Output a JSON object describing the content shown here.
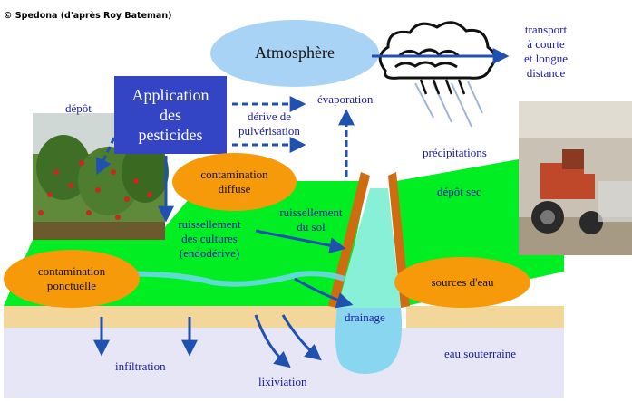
{
  "copyright": "© Spedona (d'après Roy Bateman)",
  "labels": {
    "atmosphere": "Atmosphère",
    "application_line1": "Application",
    "application_line2": "des",
    "application_line3": "pesticides",
    "depot": "dépôt",
    "derive_line1": "dérive de",
    "derive_line2": "pulvérisation",
    "evaporation": "évaporation",
    "transport_line1": "transport",
    "transport_line2": "à courte",
    "transport_line3": "et longue",
    "transport_line4": "distance",
    "precipitations": "précipitations",
    "contamination_diffuse_line1": "contamination",
    "contamination_diffuse_line2": "diffuse",
    "ruissellement_sol_line1": "ruissellement",
    "ruissellement_sol_line2": "du sol",
    "ruissellement_cultures_line1": "ruissellement",
    "ruissellement_cultures_line2": "des cultures",
    "ruissellement_cultures_line3": "(endodérive)",
    "depot_sec": "dépôt sec",
    "contamination_ponctuelle_line1": "contamination",
    "contamination_ponctuelle_line2": "ponctuelle",
    "sources_eau": "sources d'eau",
    "drainage": "drainage",
    "infiltration": "infiltration",
    "lixiviation": "lixiviation",
    "eau_souterraine": "eau souterraine"
  },
  "colors": {
    "field_green": "#00ee22",
    "soil_tan": "#f3d69a",
    "groundwater": "#e6e6f6",
    "river": "#88f0d6",
    "bank_orange": "#cf6b10",
    "ellipse_orange": "#f79a0a",
    "atmosphere_blue": "#a9d3f5",
    "label_blue": "#1a1aa8",
    "arrow_blue": "#2050b0"
  }
}
